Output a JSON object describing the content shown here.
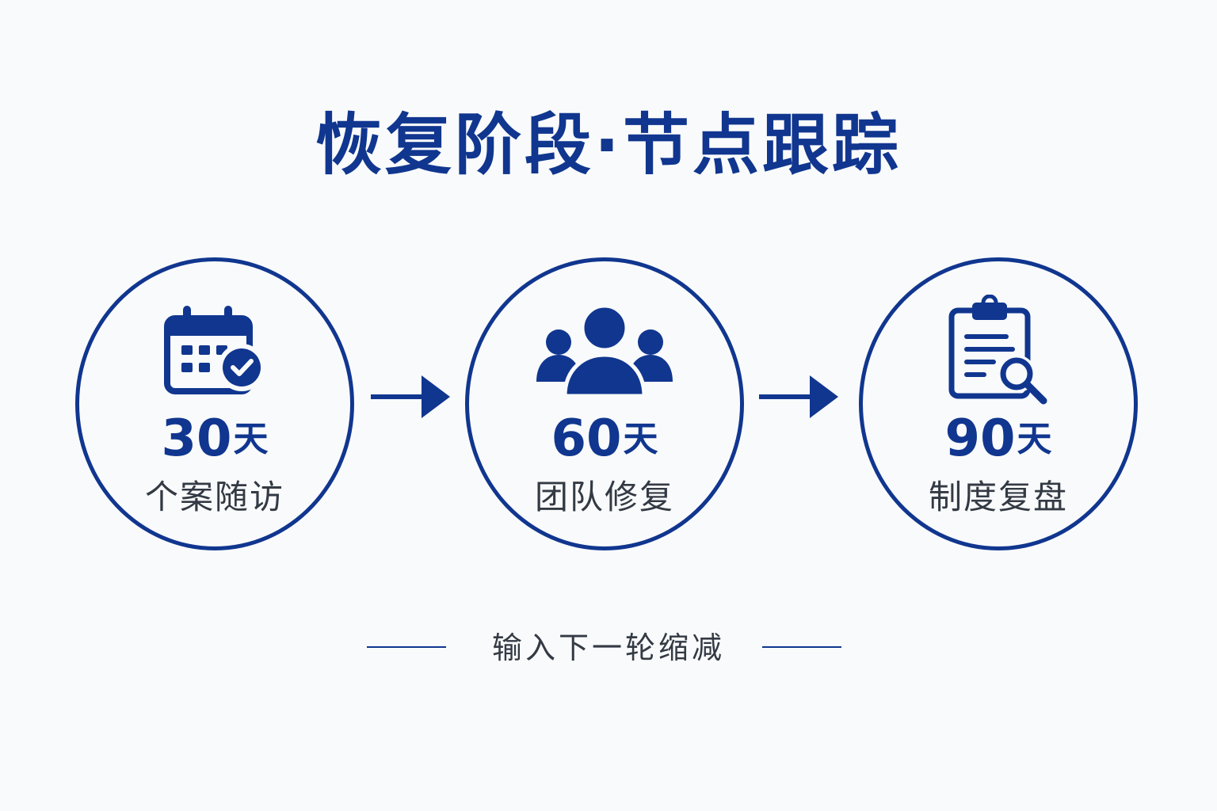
{
  "title": "恢复阶段·节点跟踪",
  "colors": {
    "primary": "#10368f",
    "text_dark": "#333a44",
    "background": "#f9fafb"
  },
  "stages": [
    {
      "icon": "calendar-check-icon",
      "days": "30",
      "unit": "天",
      "label": "个案随访"
    },
    {
      "icon": "team-group-icon",
      "days": "60",
      "unit": "天",
      "label": "团队修复"
    },
    {
      "icon": "clipboard-search-icon",
      "days": "90",
      "unit": "天",
      "label": "制度复盘"
    }
  ],
  "footer": {
    "text": "输入下一轮缩减"
  }
}
